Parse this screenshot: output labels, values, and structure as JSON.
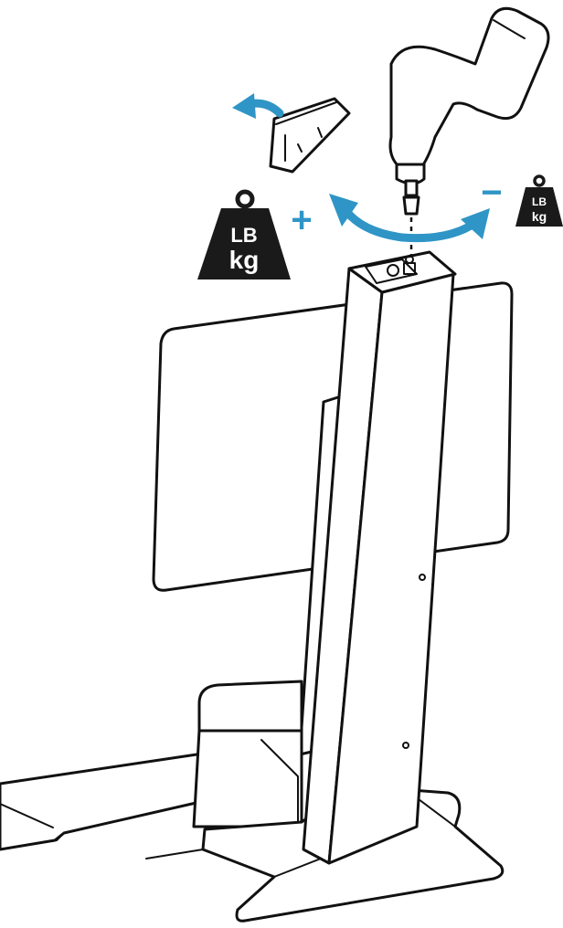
{
  "weight_icons": {
    "increase": {
      "line1": "LB",
      "line2": "kg",
      "sign": "+"
    },
    "decrease": {
      "line1": "LB",
      "line2": "kg",
      "sign": "−"
    }
  },
  "colors": {
    "accent_arrow": "#2f95c6",
    "outline": "#111111",
    "weight_fill": "#1a1a1a"
  },
  "icons": [
    "power-drill-icon",
    "end-cap-icon",
    "weight-icon",
    "rotate-arrow-icon"
  ]
}
